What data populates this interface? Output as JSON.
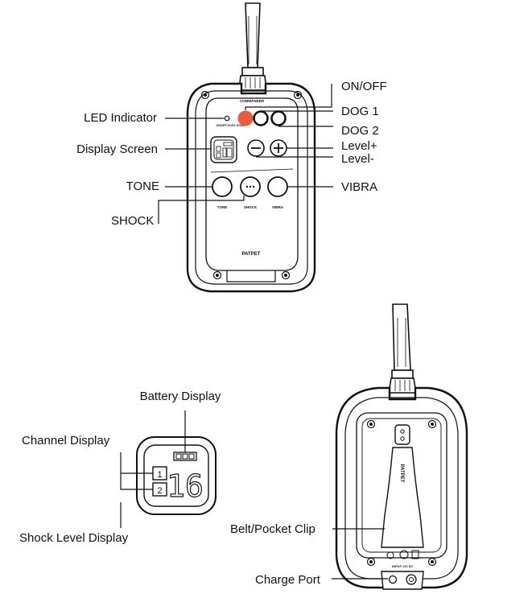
{
  "labels": {
    "led_indicator": "LED Indicator",
    "display_screen": "Display Screen",
    "tone": "TONE",
    "shock": "SHOCK",
    "on_off": "ON/OFF",
    "dog1": "DOG 1",
    "dog2": "DOG 2",
    "level_plus": "Level+",
    "level_minus": "Level-",
    "vibra": "VIBRA",
    "battery_display": "Battery Display",
    "channel_display": "Channel Display",
    "shock_level_display": "Shock Level Display",
    "belt_clip": "Belt/Pocket Clip",
    "charge_port": "Charge Port"
  },
  "device": {
    "header_text": "COMMANDER",
    "brand": "PATPET",
    "button_tone": "TONE",
    "button_shock": "SHOCK",
    "button_vibra": "VIBRA",
    "dog_labels": "ON/OFF DOG1 DOG2",
    "back_input": "INPUT: DC 5V"
  },
  "display": {
    "channel_1": "1",
    "channel_2": "2",
    "shock_level": "16"
  },
  "colors": {
    "on_off_button": "#ef5a3a",
    "line": "#111111"
  }
}
